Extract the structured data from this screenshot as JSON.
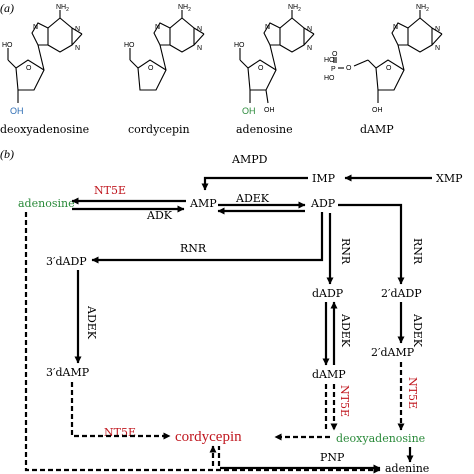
{
  "panel_a": {
    "label": "(a)",
    "molecules": [
      {
        "name": "deoxyadenosine",
        "oh3": "OH",
        "oh3_color": "#2e6db4",
        "oh5": "HO",
        "nh2": "NH",
        "nh2_sub": "2"
      },
      {
        "name": "cordycepin",
        "oh5": "HO",
        "nh2": "NH",
        "nh2_sub": "2"
      },
      {
        "name": "adenosine",
        "oh3": "OH",
        "oh3_color": "#2a8a3a",
        "oh2": "OH",
        "oh5": "HO",
        "nh2": "NH",
        "nh2_sub": "2"
      },
      {
        "name": "dAMP",
        "oh3": "OH",
        "phos": {
          "ho_top": "HO",
          "ho_left": "HO",
          "o_dbl": "O",
          "p": "P",
          "o_bridge": "O"
        },
        "nh2": "NH",
        "nh2_sub": "2"
      }
    ],
    "ring_atoms": {
      "n": "N",
      "o": "O"
    }
  },
  "panel_b": {
    "label": "(b)",
    "nodes": {
      "adenosine": "adenosine",
      "amp": "AMP",
      "adp": "ADP",
      "imp": "IMP",
      "xmp": "XMP",
      "dADP3": "3′dADP",
      "dAMP3": "3′dAMP",
      "dADP": "dADP",
      "dAMP": "dAMP",
      "dADP2": "2′dADP",
      "dAMP2": "2′dAMP",
      "cordycepin": "cordycepin",
      "deoxyadenosine": "deoxyadenosine",
      "adenine": "adenine"
    },
    "enzymes": {
      "ampd": "AMPD",
      "nt5e_top": "NT5E",
      "adk": "ADK",
      "adek_top": "ADEK",
      "rnr_h": "RNR",
      "rnr_v1": "RNR",
      "rnr_v2": "RNR",
      "adek_left": "ADEK",
      "adek_mid": "ADEK",
      "adek_right": "ADEK",
      "nt5e_left": "NT5E",
      "nt5e_mid": "NT5E",
      "nt5e_right": "NT5E",
      "pnp": "PNP"
    },
    "colors": {
      "green": "#2a8a3a",
      "red": "#c0171f",
      "black": "#000000"
    }
  }
}
